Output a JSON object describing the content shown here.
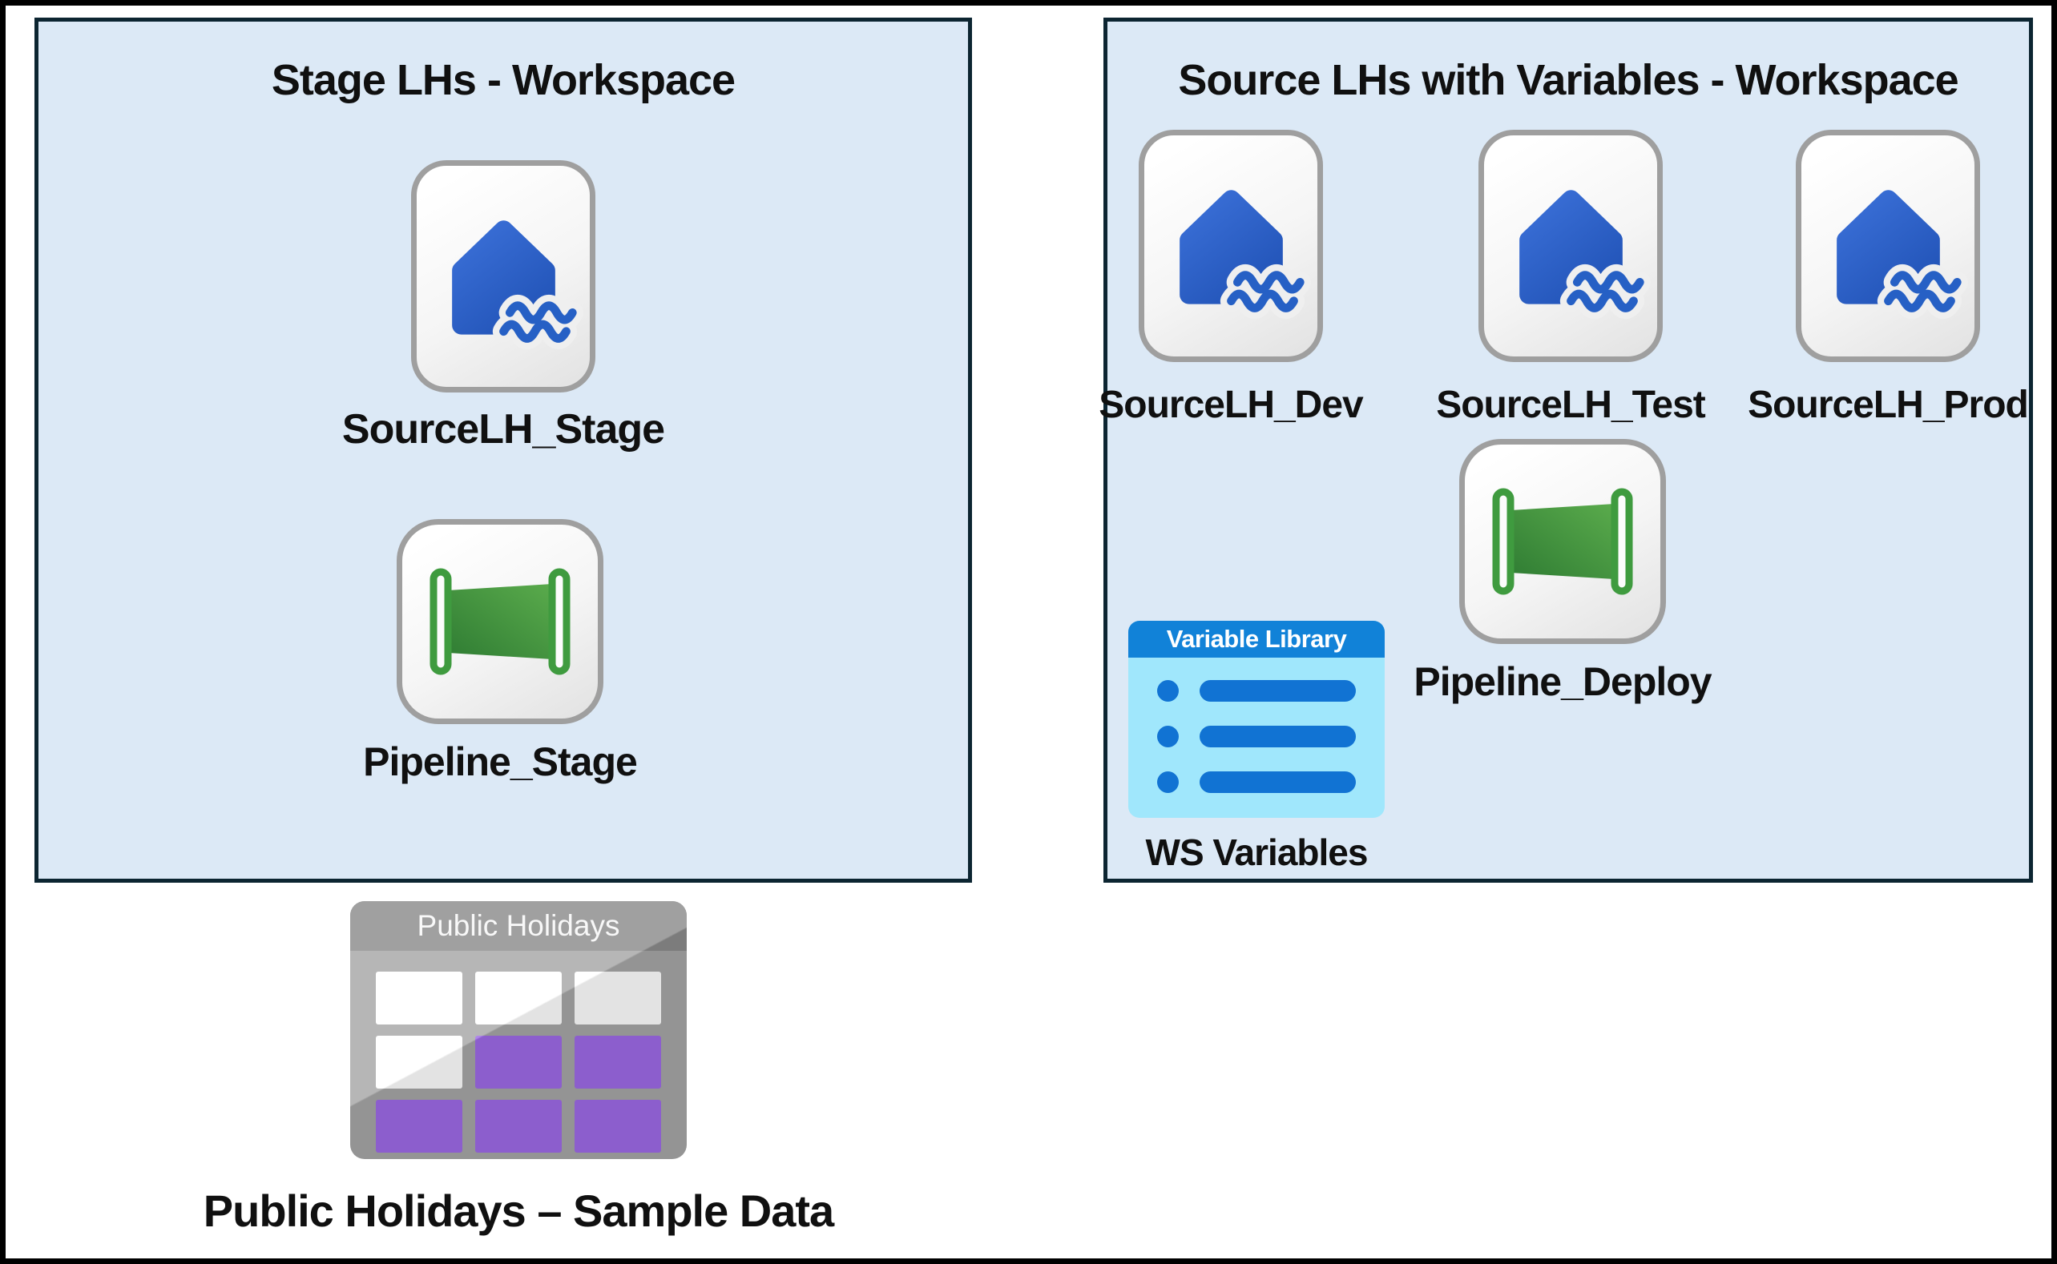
{
  "diagram": {
    "left_workspace": {
      "title": "Stage LHs - Workspace",
      "lakehouse": {
        "label": "SourceLH_Stage"
      },
      "pipeline": {
        "label": "Pipeline_Stage"
      }
    },
    "right_workspace": {
      "title": "Source LHs with Variables - Workspace",
      "lakehouses": [
        {
          "label": "SourceLH_Dev"
        },
        {
          "label": "SourceLH_Test"
        },
        {
          "label": "SourceLH_Prod"
        }
      ],
      "pipeline": {
        "label": "Pipeline_Deploy"
      },
      "variable_library": {
        "header": "Variable Library",
        "label": "WS Variables"
      }
    },
    "sample_data": {
      "header": "Public Holidays",
      "label": "Public Holidays – Sample Data",
      "grid": [
        [
          "white",
          "white",
          "white"
        ],
        [
          "white",
          "purple",
          "purple"
        ],
        [
          "purple",
          "purple",
          "purple"
        ]
      ]
    },
    "colors": {
      "workspace_fill": "#dce9f6",
      "workspace_border": "#0c2531",
      "lakehouse_blue": "#2e63cb",
      "pipeline_green": "#3f9b3f",
      "variable_header_blue": "#1182d8",
      "variable_body_cyan": "#a0e7fc",
      "variable_bar_blue": "#1173d3",
      "table_gray": "#a6a6a6",
      "table_purple": "#9d6ae6"
    }
  }
}
